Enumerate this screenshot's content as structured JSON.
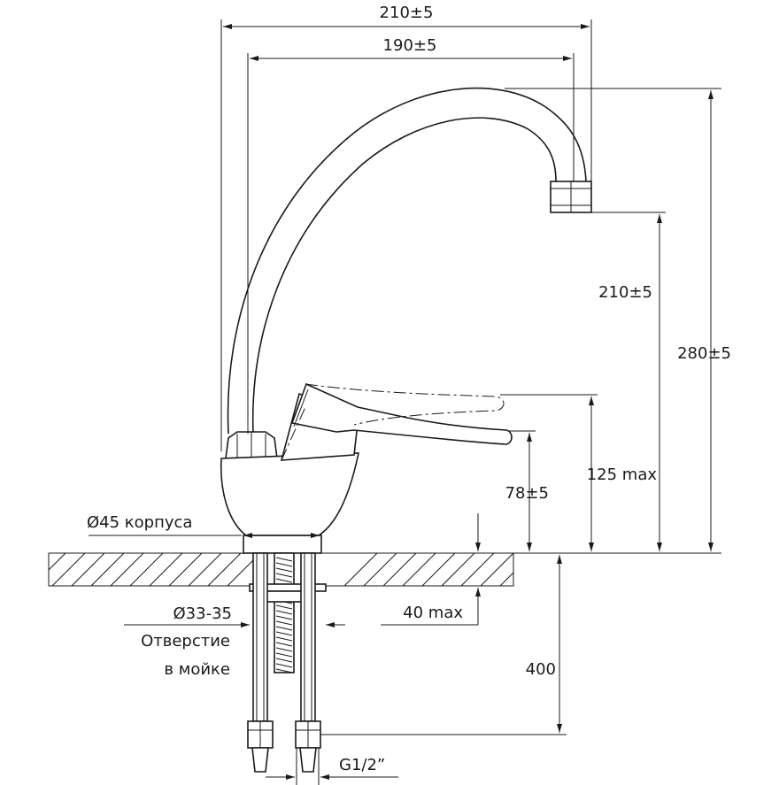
{
  "dimensions": {
    "overall_width": "210±5",
    "spout_reach": "190±5",
    "outlet_height": "210±5",
    "total_height": "280±5",
    "handle_height": "125 max",
    "lever_height": "78±5",
    "body_diameter": "Ø45 корпуса",
    "hole_diameter": "Ø33-35",
    "hole_label_line1": "Отверстие",
    "hole_label_line2": "в мойке",
    "countertop_thickness": "40 max",
    "hose_length": "400",
    "thread": "G1/2”"
  },
  "colors": {
    "line": "#1a1a1a",
    "background": "#ffffff"
  }
}
